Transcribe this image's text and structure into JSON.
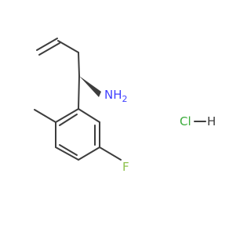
{
  "molecule": {
    "atoms": {
      "amine": "NH",
      "amine_h_subscript": "2",
      "fluorine": "F"
    },
    "salt": {
      "chlorine": "Cl",
      "hydrogen": "H"
    }
  },
  "colors": {
    "bond": "#3d3d3d",
    "nitrogen": "#4040ff",
    "fluorine": "#8fc24d",
    "chlorine": "#3aab3a",
    "carbon": "#3d3d3d"
  }
}
